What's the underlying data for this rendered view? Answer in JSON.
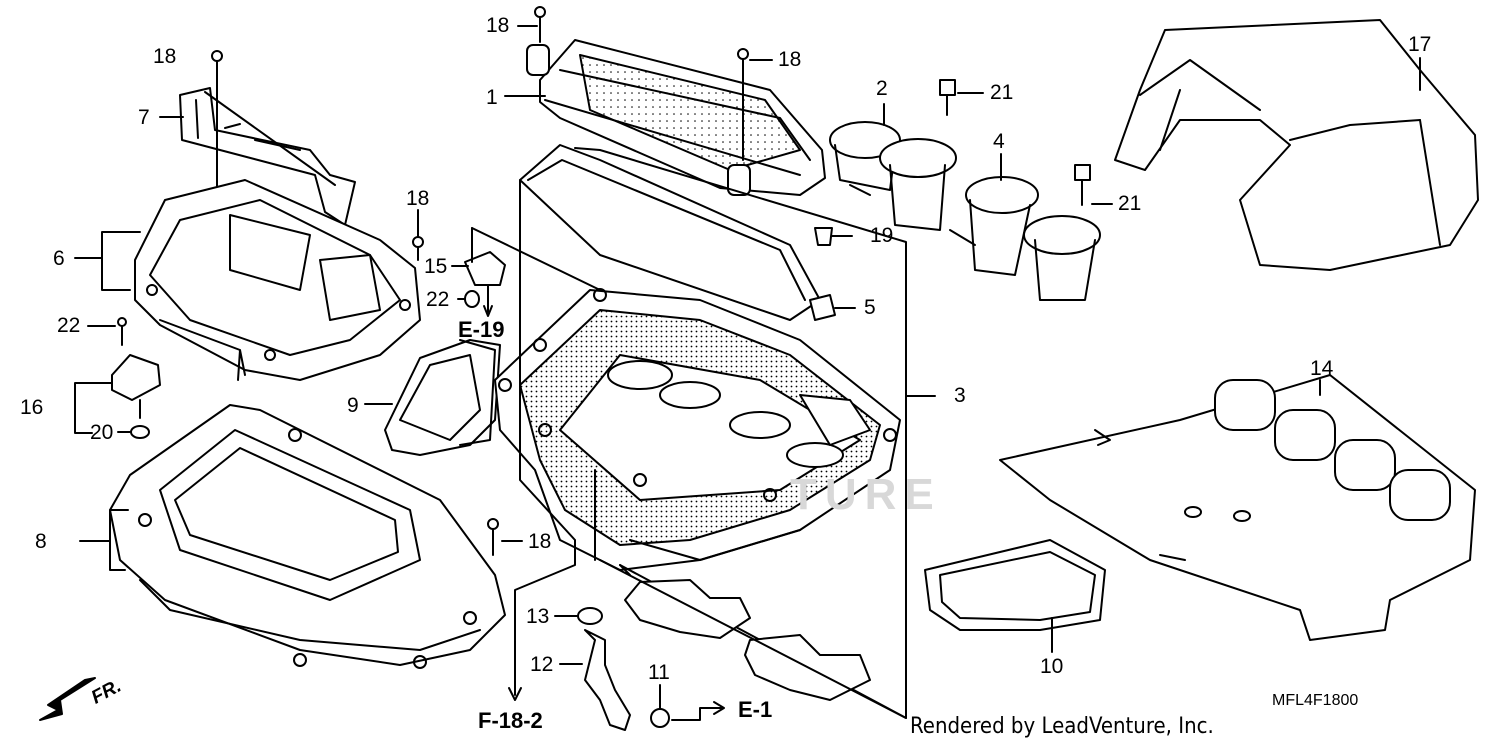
{
  "diagram": {
    "callouts": {
      "c1": "1",
      "c2": "2",
      "c3": "3",
      "c4": "4",
      "c5": "5",
      "c6": "6",
      "c7": "7",
      "c8": "8",
      "c9": "9",
      "c10": "10",
      "c11": "11",
      "c12": "12",
      "c13": "13",
      "c14": "14",
      "c15": "15",
      "c16": "16",
      "c17": "17",
      "c18a": "18",
      "c18b": "18",
      "c18c": "18",
      "c18d": "18",
      "c18e": "18",
      "c19": "19",
      "c20": "20",
      "c21a": "21",
      "c21b": "21",
      "c22a": "22",
      "c22b": "22"
    },
    "references": {
      "e19": "E-19",
      "e1": "E-1",
      "f182": "F-18-2"
    },
    "front_marker": "FR.",
    "drawing_code": "MFL4F1800",
    "credit": "Rendered by LeadVenture, Inc.",
    "watermark": "TURE",
    "colors": {
      "line": "#000000",
      "background": "#ffffff",
      "watermark": "#d8d8d8"
    }
  }
}
